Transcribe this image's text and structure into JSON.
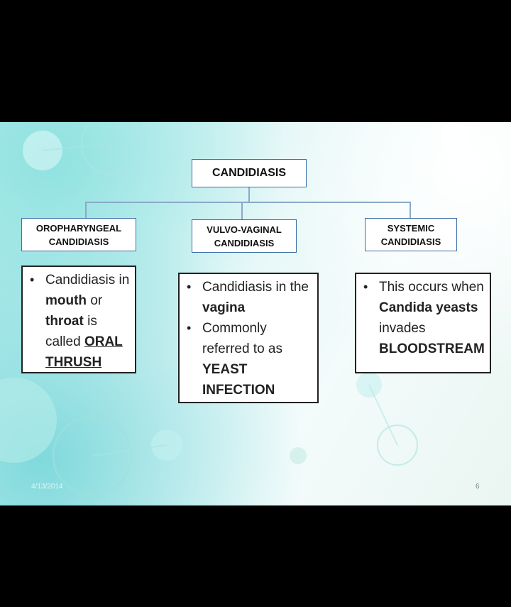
{
  "root": {
    "label": "CANDIDIASIS"
  },
  "categories": [
    {
      "line1": "OROPHARYNGEAL",
      "line2": "CANDIDIASIS"
    },
    {
      "line1": "VULVO-VAGINAL",
      "line2": "CANDIDIASIS"
    },
    {
      "line1": "SYSTEMIC",
      "line2": "CANDIDIASIS"
    }
  ],
  "details": {
    "oral": {
      "t1": "Candidiasis in ",
      "b1": "mouth",
      "t2": " or ",
      "b2": "throat",
      "t3": " is called",
      "b3": "ORAL THRUSH"
    },
    "vaginal": {
      "t1": "Candidiasis in the ",
      "b1": "vagina",
      "t2": "Commonly referred to as ",
      "b2": "YEAST INFECTION"
    },
    "systemic": {
      "t1": "This occurs when ",
      "b1": "Candida yeasts",
      "t2": " invades ",
      "b2": "BLOODSTREAM"
    }
  },
  "footer": {
    "date": "4/13/2014",
    "page": "6"
  },
  "colors": {
    "box_border": "#3b6ea5",
    "connector": "#8aa9c9",
    "background": "#d6f3f3"
  }
}
